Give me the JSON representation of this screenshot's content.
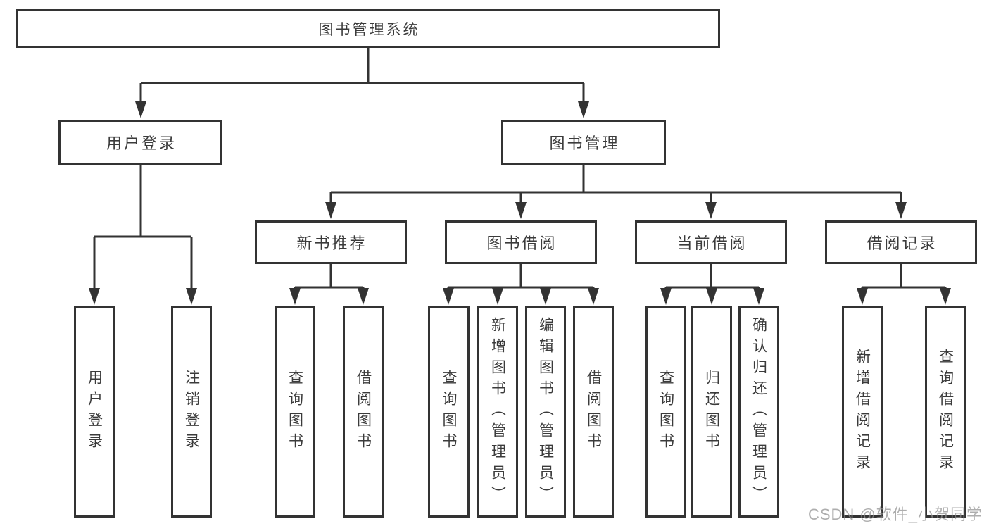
{
  "tree": {
    "root": {
      "label": "图书管理系统"
    },
    "branches": [
      {
        "label": "用户登录",
        "children": [
          {
            "label": "用户登录"
          },
          {
            "label": "注销登录"
          }
        ]
      },
      {
        "label": "图书管理",
        "children": [
          {
            "label": "新书推荐",
            "children": [
              {
                "label": "查询图书"
              },
              {
                "label": "借阅图书"
              }
            ]
          },
          {
            "label": "图书借阅",
            "children": [
              {
                "label": "查询图书"
              },
              {
                "label": "新增图书（管理员）"
              },
              {
                "label": "编辑图书（管理员）"
              },
              {
                "label": "借阅图书"
              }
            ]
          },
          {
            "label": "当前借阅",
            "children": [
              {
                "label": "查询图书"
              },
              {
                "label": "归还图书"
              },
              {
                "label": "确认归还（管理员）"
              }
            ]
          },
          {
            "label": "借阅记录",
            "children": [
              {
                "label": "新增借阅记录"
              },
              {
                "label": "查询借阅记录"
              }
            ]
          }
        ]
      }
    ]
  },
  "watermark": {
    "text": "CSDN @软件_小贺同学"
  },
  "colors": {
    "line": "#333333",
    "box_border": "#333333",
    "text": "#3b3b3b",
    "watermark": "#8f8f8f",
    "background": "#ffffff"
  }
}
